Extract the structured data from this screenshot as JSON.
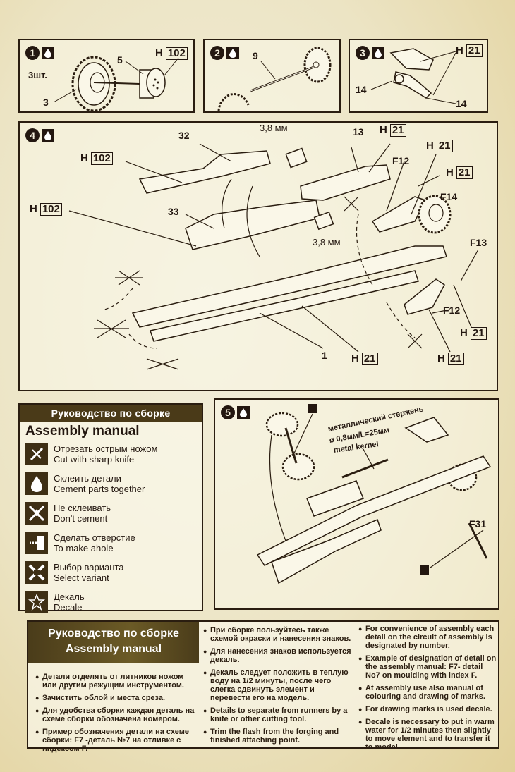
{
  "steps": [
    {
      "number": "1",
      "quantity": "3шт.",
      "parts": [
        "3",
        "5"
      ],
      "paint": {
        "prefix": "H",
        "code": "102"
      }
    },
    {
      "number": "2",
      "parts": [
        "9"
      ]
    },
    {
      "number": "3",
      "parts": [
        "14",
        "14"
      ],
      "paint": {
        "prefix": "H",
        "code": "21"
      }
    },
    {
      "number": "4",
      "parts": [
        "32",
        "33",
        "13",
        "F12",
        "F14",
        "F13",
        "F12",
        "1"
      ],
      "dimension_top": "3,8 мм",
      "dimension_mid": "3,8 мм",
      "paints": [
        {
          "prefix": "H",
          "code": "102"
        },
        {
          "prefix": "H",
          "code": "102"
        },
        {
          "prefix": "H",
          "code": "21"
        },
        {
          "prefix": "H",
          "code": "21"
        },
        {
          "prefix": "H",
          "code": "21"
        },
        {
          "prefix": "H",
          "code": "21"
        },
        {
          "prefix": "H",
          "code": "21"
        },
        {
          "prefix": "H",
          "code": "21"
        }
      ]
    },
    {
      "number": "5",
      "metal_rod_ru": "металлический стержень",
      "metal_rod_dim": "ø 0,8мм/L=25мм",
      "metal_rod_en": "metal kernel",
      "parts": [
        "F31"
      ]
    }
  ],
  "legend": {
    "title_ru": "Руководство по сборке",
    "title_en": "Assembly manual",
    "items": [
      {
        "icon": "knife-icon",
        "ru": "Отрезать острым ножом",
        "en": "Cut with sharp knife"
      },
      {
        "icon": "glue-drop-icon",
        "ru": "Склеить детали",
        "en": "Cement parts together"
      },
      {
        "icon": "no-glue-icon",
        "ru": "Не склеивать",
        "en": "Don't cement"
      },
      {
        "icon": "drill-icon",
        "ru": "Сделать отверстие",
        "en": "To make ahole"
      },
      {
        "icon": "select-variant-icon",
        "ru": "Выбор варианта",
        "en": "Select variant"
      },
      {
        "icon": "decal-star-icon",
        "ru": "Декаль",
        "en": "Decale"
      }
    ]
  },
  "manual": {
    "title_ru": "Руководство по сборке",
    "title_en": "Assembly manual",
    "col1": [
      "Детали отделять от литников ножом или другим режущим инструментом.",
      "Зачистить облой и места среза.",
      "Для удобства сборки каждая деталь на схеме сборки обозначена номером.",
      "Пример обозначения детали на схеме сборки: F7 -деталь №7 на отливке с индексом F."
    ],
    "col2": [
      "При сборке пользуйтесь также схемой окраски и нанесения знаков.",
      "Для нанесения знаков используется декаль.",
      "Декаль следует положить в теплую воду на 1/2 минуты, после чего слегка сдвинуть элемент и перевести его на модель.",
      "Details to separate from runners by a knife or other cutting tool.",
      "Trim the flash from the forging and finished attaching point."
    ],
    "col3": [
      "For convenience of assembly each detail on the circuit of assembly is designated by number.",
      "Example of designation of detail on the assembly manual: F7- detail No7 on moulding with index F.",
      "At assembly use also manual of colouring and drawing of marks.",
      "For drawing marks is used decale.",
      "Decale is necessary to put in warm water for 1/2 minutes then slightly to move element and to transfer it to model."
    ]
  }
}
